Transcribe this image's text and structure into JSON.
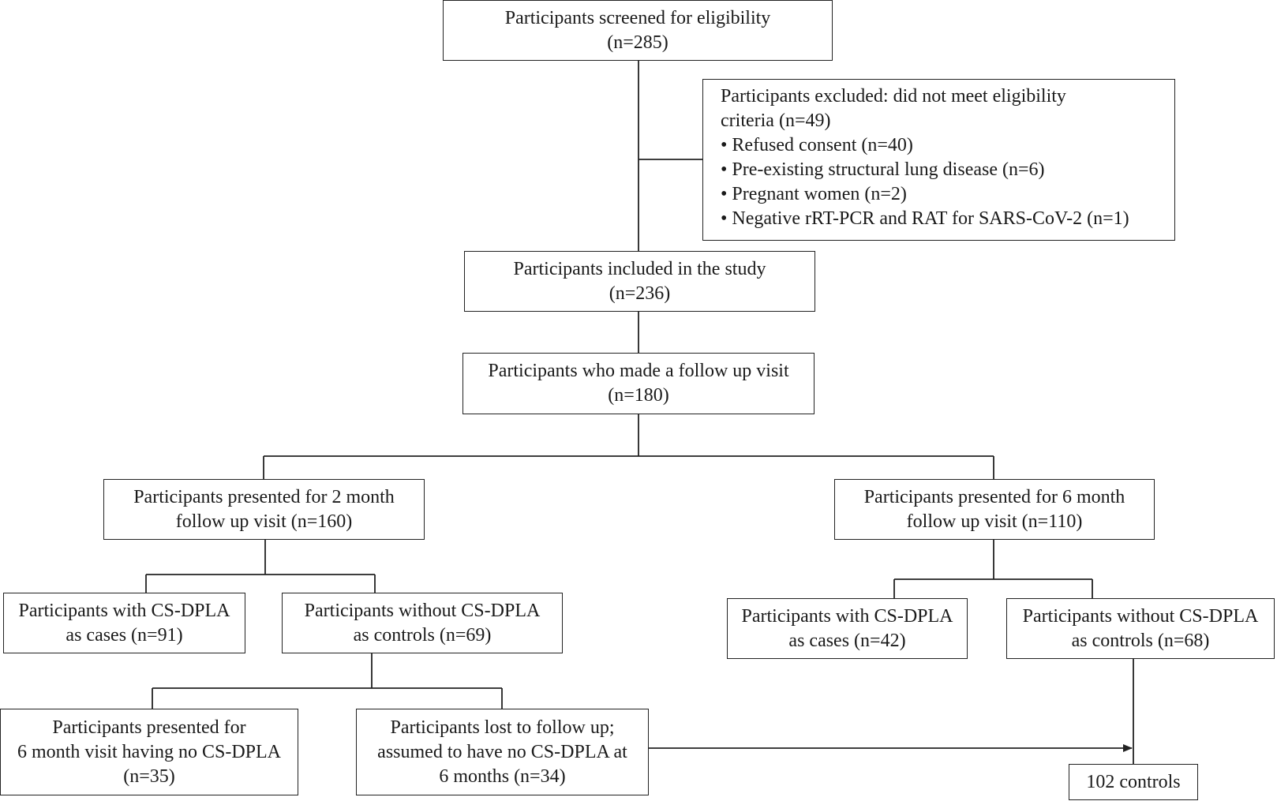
{
  "boxes": {
    "screened": {
      "line1": "Participants screened for eligibility",
      "line2": "(n=285)"
    },
    "excluded": {
      "line1": "Participants excluded: did not meet eligibility",
      "line2": "criteria (n=49)",
      "items": [
        "• Refused consent (n=40)",
        "• Pre-existing structural lung disease (n=6)",
        "• Pregnant women (n=2)",
        "• Negative rRT-PCR and RAT for SARS-CoV-2 (n=1)"
      ]
    },
    "included": {
      "line1": "Participants included in the study",
      "line2": "(n=236)"
    },
    "followup": {
      "line1": "Participants who made a follow up visit",
      "line2": "(n=180)"
    },
    "two_month": {
      "line1": "Participants presented for 2 month",
      "line2": "follow up visit (n=160)"
    },
    "six_month": {
      "line1": "Participants presented for 6 month",
      "line2": "follow up visit (n=110)"
    },
    "cases_2m": {
      "line1": "Participants with CS-DPLA",
      "line2": "as cases (n=91)"
    },
    "controls_2m": {
      "line1": "Participants without CS-DPLA",
      "line2": "as controls (n=69)"
    },
    "cases_6m": {
      "line1": "Participants with CS-DPLA",
      "line2": "as cases (n=42)"
    },
    "controls_6m": {
      "line1": "Participants without CS-DPLA",
      "line2": "as controls (n=68)"
    },
    "no_dpla_6m": {
      "line1": "Participants presented for",
      "line2": "6 month visit having no CS-DPLA",
      "line3": "(n=35)"
    },
    "lost": {
      "line1": "Participants lost to follow up;",
      "line2": "assumed to have no CS-DPLA at",
      "line3": "6 months (n=34)"
    },
    "total_controls": {
      "line1": "102 controls"
    }
  },
  "colors": {
    "line": "#222222",
    "text": "#1a1a1a",
    "background": "#ffffff"
  }
}
